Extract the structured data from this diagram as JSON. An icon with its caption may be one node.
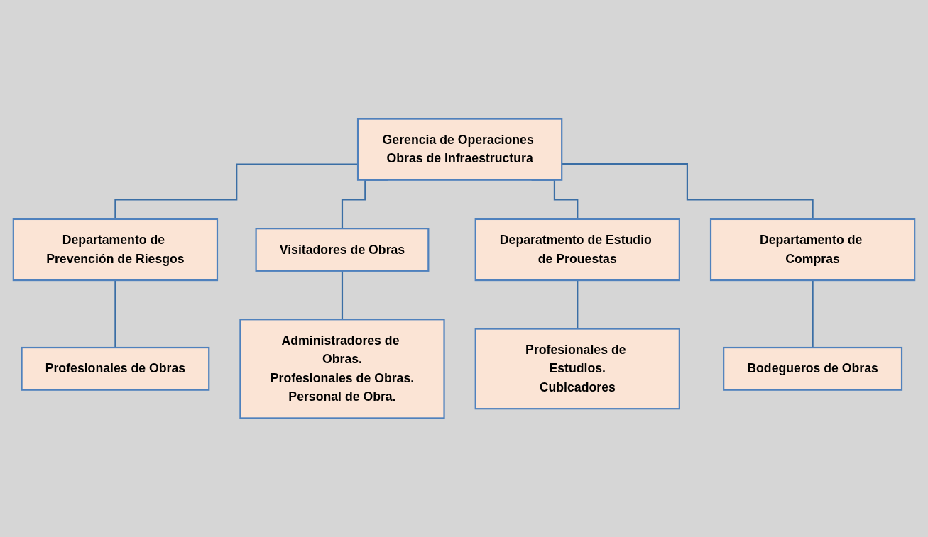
{
  "diagram": {
    "nodes": [
      {
        "text": [
          "Gerencia de Operaciones Obras de Infraestructura"
        ]
      },
      {
        "text": [
          "Departamento de Prevención de Riesgos"
        ]
      },
      {
        "text": [
          "Profesionales de Obras"
        ]
      },
      {
        "text": [
          "Visitadores de Obras"
        ]
      },
      {
        "text": [
          "Deparatmento de Estudio de Prouestas"
        ]
      },
      {
        "text": [
          "Departamento de Compras"
        ]
      },
      {
        "text": [
          "Administradores de Obras.",
          "Profesionales de Obras.",
          "Personal de Obra."
        ]
      },
      {
        "text": [
          "Profesionales de Estudios.",
          "Cubicadores"
        ]
      },
      {
        "text": [
          "Bodegueros de Obras"
        ]
      }
    ],
    "edges": [
      {
        "from": 0,
        "to": 1,
        "arrow": "none"
      },
      {
        "from": 1,
        "to": 2,
        "arrow": "none"
      },
      {
        "from": 0,
        "to": 3,
        "arrow": "none"
      },
      {
        "from": 0,
        "to": 4,
        "arrow": "none"
      },
      {
        "from": 0,
        "to": 5,
        "arrow": "none"
      },
      {
        "from": 3,
        "to": 6,
        "arrow": "none"
      },
      {
        "from": 4,
        "to": 7,
        "arrow": "none"
      },
      {
        "from": 5,
        "to": 8,
        "arrow": "none"
      }
    ]
  }
}
